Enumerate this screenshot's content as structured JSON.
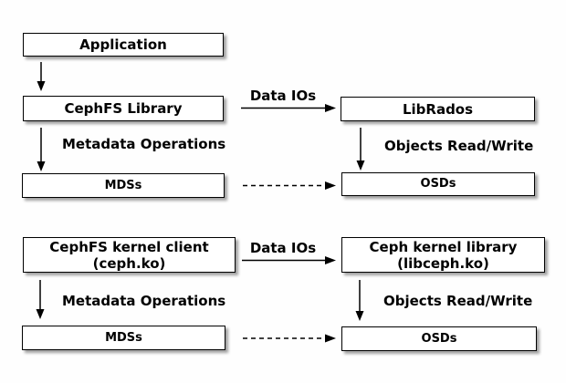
{
  "diagram": {
    "nodes": {
      "application": {
        "label": "Application"
      },
      "cephfs_library": {
        "label": "CephFS Library"
      },
      "librados": {
        "label": "LibRados"
      },
      "mds_top": {
        "label": "MDSs"
      },
      "osd_top": {
        "label": "OSDs"
      },
      "kernel_client": {
        "line1": "CephFS kernel client",
        "line2": "(ceph.ko)"
      },
      "kernel_library": {
        "line1": "Ceph kernel library",
        "line2": "(libceph.ko)"
      },
      "mds_bottom": {
        "label": "MDSs"
      },
      "osd_bottom": {
        "label": "OSDs"
      }
    },
    "edges": {
      "top_data_ios": {
        "label": "Data IOs",
        "style": "solid"
      },
      "top_metadata_ops": {
        "label": "Metadata Operations",
        "style": "solid"
      },
      "top_objects_rw": {
        "label": "Objects Read/Write",
        "style": "solid"
      },
      "top_mds_to_osd": {
        "label": "",
        "style": "dashed"
      },
      "bottom_data_ios": {
        "label": "Data IOs",
        "style": "solid"
      },
      "bottom_metadata_ops": {
        "label": "Metadata Operations",
        "style": "solid"
      },
      "bottom_objects_rw": {
        "label": "Objects Read/Write",
        "style": "solid"
      },
      "bottom_mds_to_osd": {
        "label": "",
        "style": "dashed"
      }
    },
    "colors": {
      "background": "#fefefe",
      "box_fill": "#ffffff",
      "box_border": "#000000",
      "box_shadow": "#9f9f9f",
      "text": "#000000",
      "arrow": "#000000"
    }
  }
}
